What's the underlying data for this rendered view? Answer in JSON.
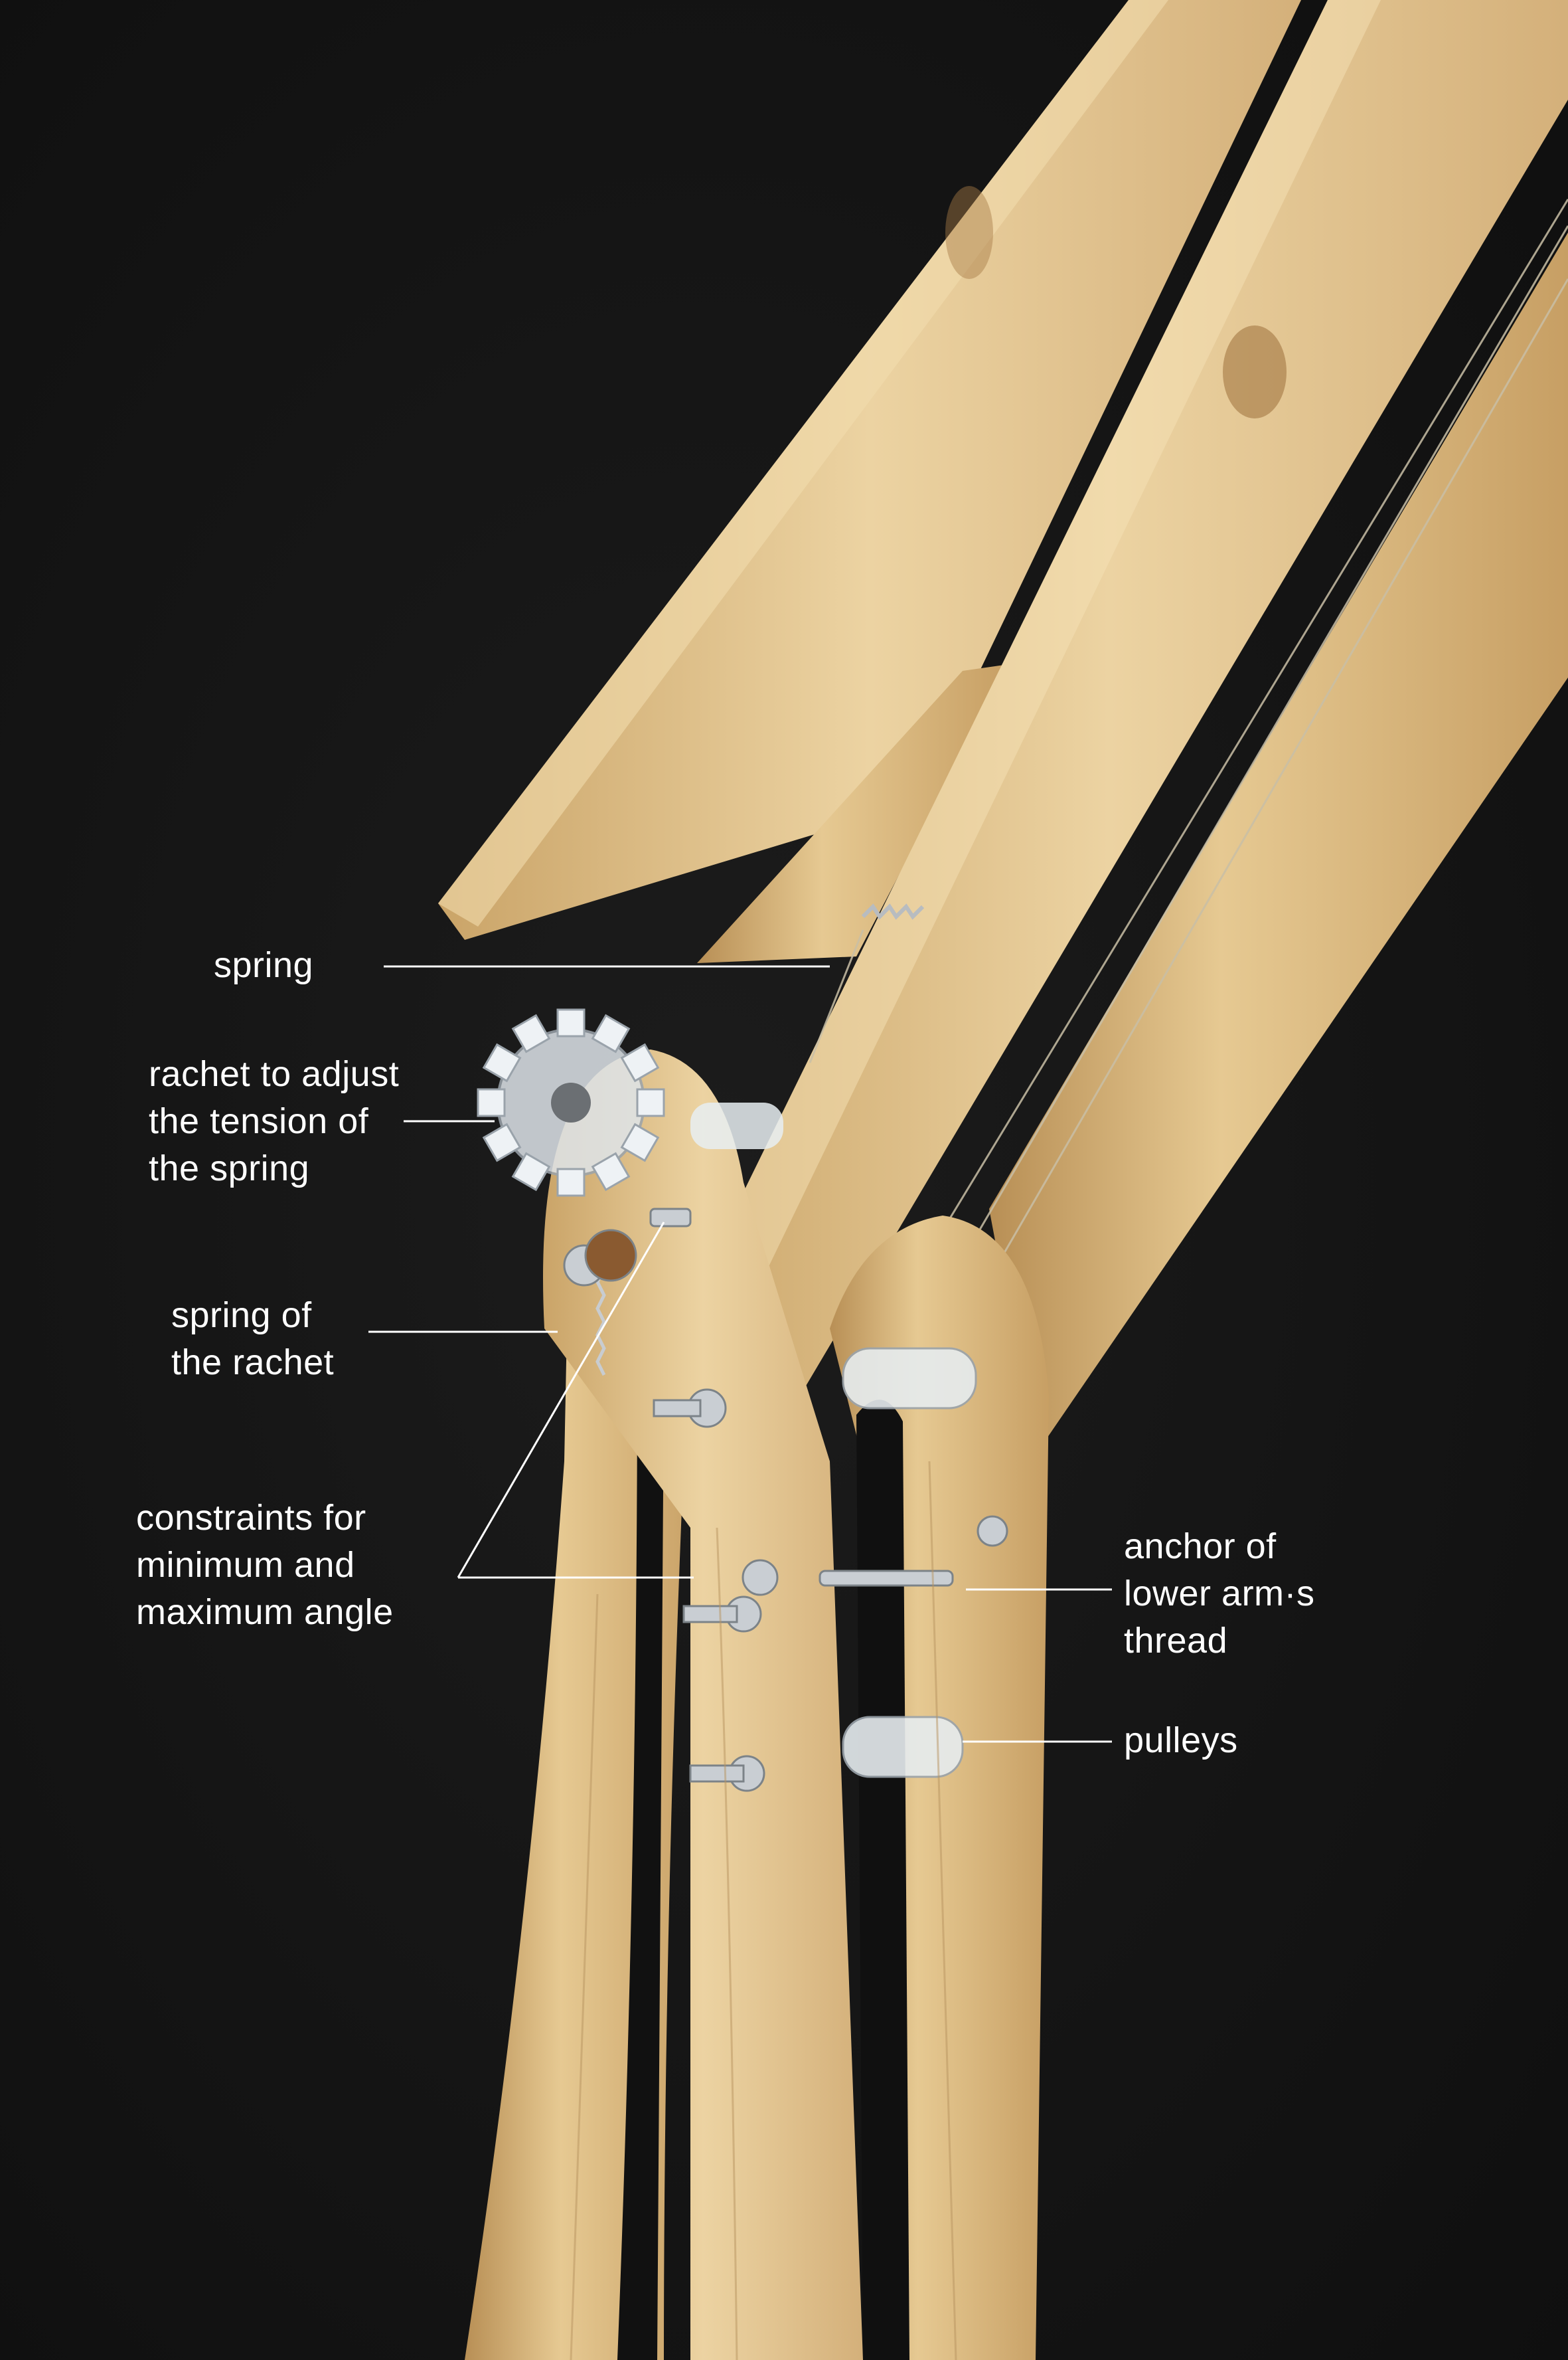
{
  "labels": {
    "spring": [
      "spring"
    ],
    "rachet": [
      "rachet to adjust",
      "the tension of",
      "the spring"
    ],
    "rachet_spring": [
      "spring of",
      "the rachet"
    ],
    "constraints": [
      "constraints for",
      "minimum and",
      "maximum angle"
    ],
    "anchor": [
      "anchor of",
      "lower arm·s",
      "thread"
    ],
    "pulleys": [
      "pulleys"
    ]
  },
  "colors": {
    "background": "#141414",
    "wood": "#e2c48e",
    "wood_dark": "#c9a56a",
    "label_text": "#ffffff"
  }
}
